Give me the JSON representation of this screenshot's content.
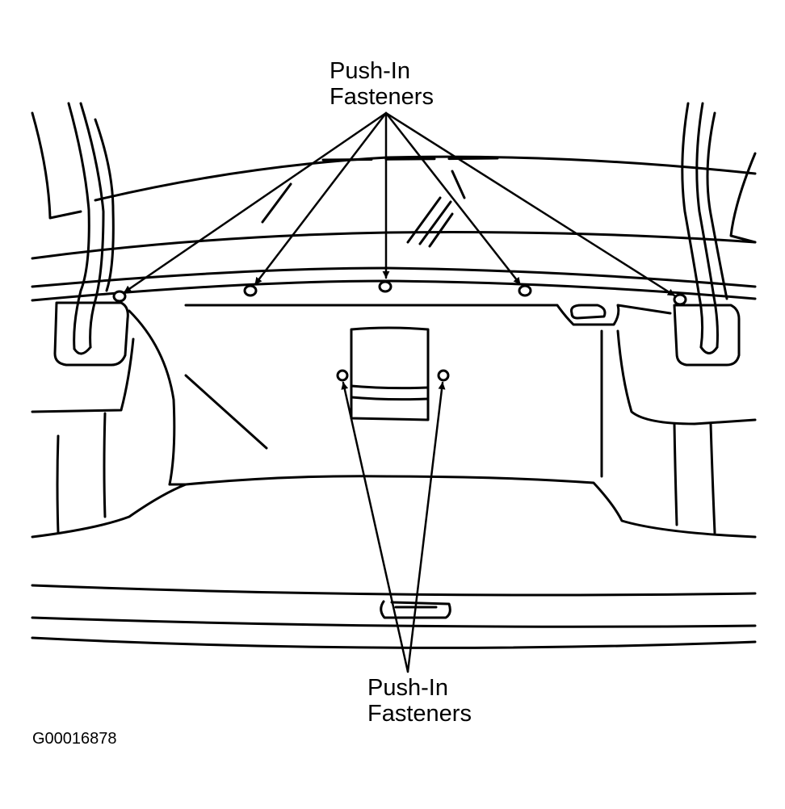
{
  "callouts": {
    "top": {
      "line1": "Push-In",
      "line2": "Fasteners"
    },
    "bottom": {
      "line1": "Push-In",
      "line2": "Fasteners"
    }
  },
  "figure_id": "G00016878",
  "colors": {
    "ink": "#000000",
    "paper": "#ffffff"
  }
}
